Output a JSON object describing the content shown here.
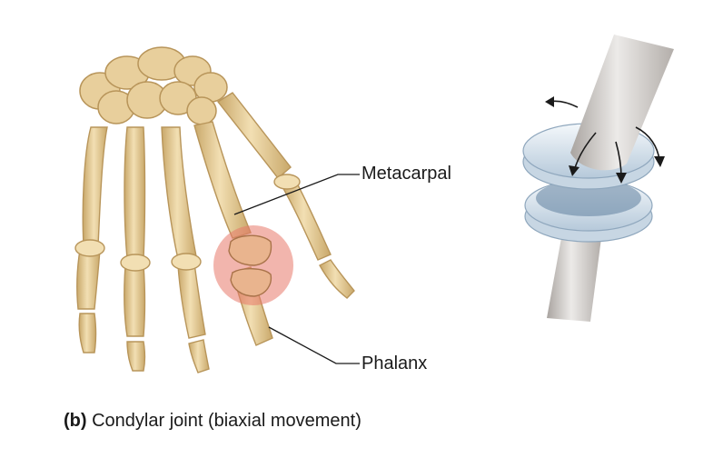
{
  "labels": {
    "metacarpal": "Metacarpal",
    "phalanx": "Phalanx"
  },
  "caption": {
    "letter": "(b)",
    "text": "Condylar joint (biaxial movement)"
  },
  "colors": {
    "bone": "#e8cf9c",
    "bone_shadow": "#c9a86a",
    "joint_highlight": "#e8786a",
    "rod": "#c9c4c0",
    "disc": "#dfe8f0",
    "disc_shadow": "#8fa7bd",
    "arrow": "#1a1a1a"
  }
}
